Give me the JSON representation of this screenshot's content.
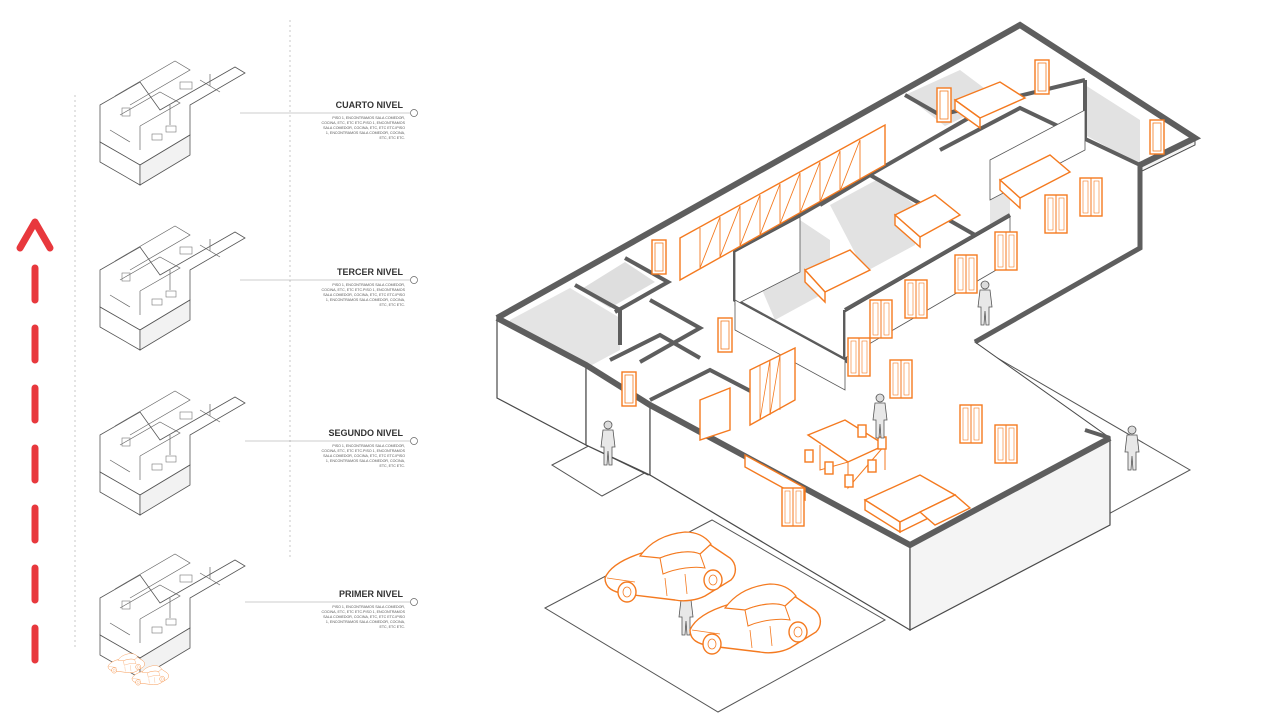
{
  "colors": {
    "accent": "#f47a20",
    "arrow": "#e8383d",
    "line": "#4a4a4a",
    "wall_top": "#5e5e5e",
    "floor": "#ffffff",
    "shadow": "#dedede"
  },
  "levels": [
    {
      "title": "CUARTO NIVEL",
      "desc": [
        "PISO 1, ENCONTRAMOS SALA COMEDOR,",
        "COCINA, ETC, ETC ETC.PISO 1, ENCONTRAMOS",
        "SALA COMEDOR, COCINA, ETC, ETC ETC.IPISO",
        "1, ENCONTRAMOS SALA COMEDOR, COCINA,",
        "ETC, ETC ETC."
      ]
    },
    {
      "title": "TERCER NIVEL",
      "desc": [
        "PISO 1, ENCONTRAMOS SALA COMEDOR,",
        "COCINA, ETC, ETC ETC.PISO 1, ENCONTRAMOS",
        "SALA COMEDOR, COCINA, ETC, ETC ETC.IPISO",
        "1, ENCONTRAMOS SALA COMEDOR, COCINA,",
        "ETC, ETC ETC."
      ]
    },
    {
      "title": "SEGUNDO NIVEL",
      "desc": [
        "PISO 1, ENCONTRAMOS SALA COMEDOR,",
        "COCINA, ETC, ETC ETC.PISO 1, ENCONTRAMOS",
        "SALA COMEDOR, COCINA, ETC, ETC ETC.IPISO",
        "1, ENCONTRAMOS SALA COMEDOR, COCINA,",
        "ETC, ETC ETC."
      ]
    },
    {
      "title": "PRIMER NIVEL",
      "desc": [
        "PISO 1, ENCONTRAMOS SALA COMEDOR,",
        "COCINA, ETC, ETC ETC.PISO 1, ENCONTRAMOS",
        "SALA COMEDOR, COCINA, ETC, ETC ETC.IPISO",
        "1, ENCONTRAMOS SALA COMEDOR, COCINA,",
        "ETC, ETC ETC."
      ]
    }
  ]
}
